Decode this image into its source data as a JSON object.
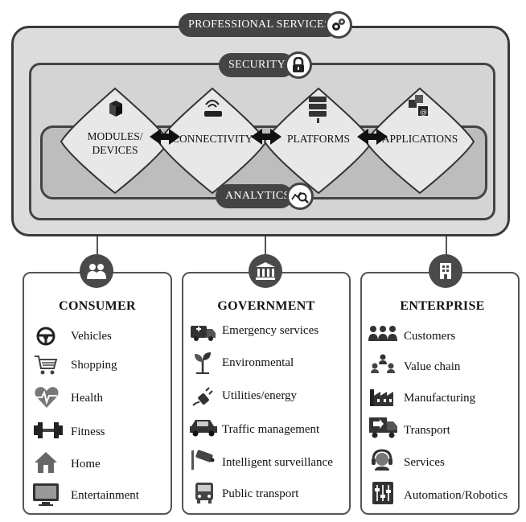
{
  "header": {
    "professional_services": "PROFESSIONAL SERVICES",
    "security": "SECURITY",
    "analytics": "ANALYTICS"
  },
  "stack": [
    {
      "label": "MODULES/\nDEVICES",
      "icon": "cube-device-icon"
    },
    {
      "label": "CONNECTIVITY",
      "icon": "router-icon"
    },
    {
      "label": "PLATFORMS",
      "icon": "server-icon"
    },
    {
      "label": "APPLICATIONS",
      "icon": "apps-icon"
    }
  ],
  "categories": [
    {
      "title": "CONSUMER",
      "icon": "people-icon",
      "items": [
        {
          "label": "Vehicles",
          "icon": "steering-wheel-icon"
        },
        {
          "label": "Shopping",
          "icon": "shopping-cart-icon"
        },
        {
          "label": "Health",
          "icon": "heartbeat-icon"
        },
        {
          "label": "Fitness",
          "icon": "dumbbell-icon"
        },
        {
          "label": "Home",
          "icon": "house-icon"
        },
        {
          "label": "Entertainment",
          "icon": "tv-icon"
        }
      ]
    },
    {
      "title": "GOVERNMENT",
      "icon": "government-building-icon",
      "items": [
        {
          "label": "Emergency services",
          "icon": "ambulance-icon"
        },
        {
          "label": "Environmental",
          "icon": "plant-icon"
        },
        {
          "label": "Utilities/energy",
          "icon": "plug-icon"
        },
        {
          "label": "Traffic management",
          "icon": "car-icon"
        },
        {
          "label": "Intelligent surveillance",
          "icon": "camera-icon"
        },
        {
          "label": "Public transport",
          "icon": "bus-icon"
        }
      ]
    },
    {
      "title": "ENTERPRISE",
      "icon": "enterprise-icon",
      "items": [
        {
          "label": "Customers",
          "icon": "customers-icon"
        },
        {
          "label": "Value chain",
          "icon": "value-chain-icon"
        },
        {
          "label": "Manufacturing",
          "icon": "factory-icon"
        },
        {
          "label": "Transport",
          "icon": "delivery-truck-icon"
        },
        {
          "label": "Services",
          "icon": "headset-icon"
        },
        {
          "label": "Automation/Robotics",
          "icon": "sliders-icon"
        }
      ]
    }
  ]
}
